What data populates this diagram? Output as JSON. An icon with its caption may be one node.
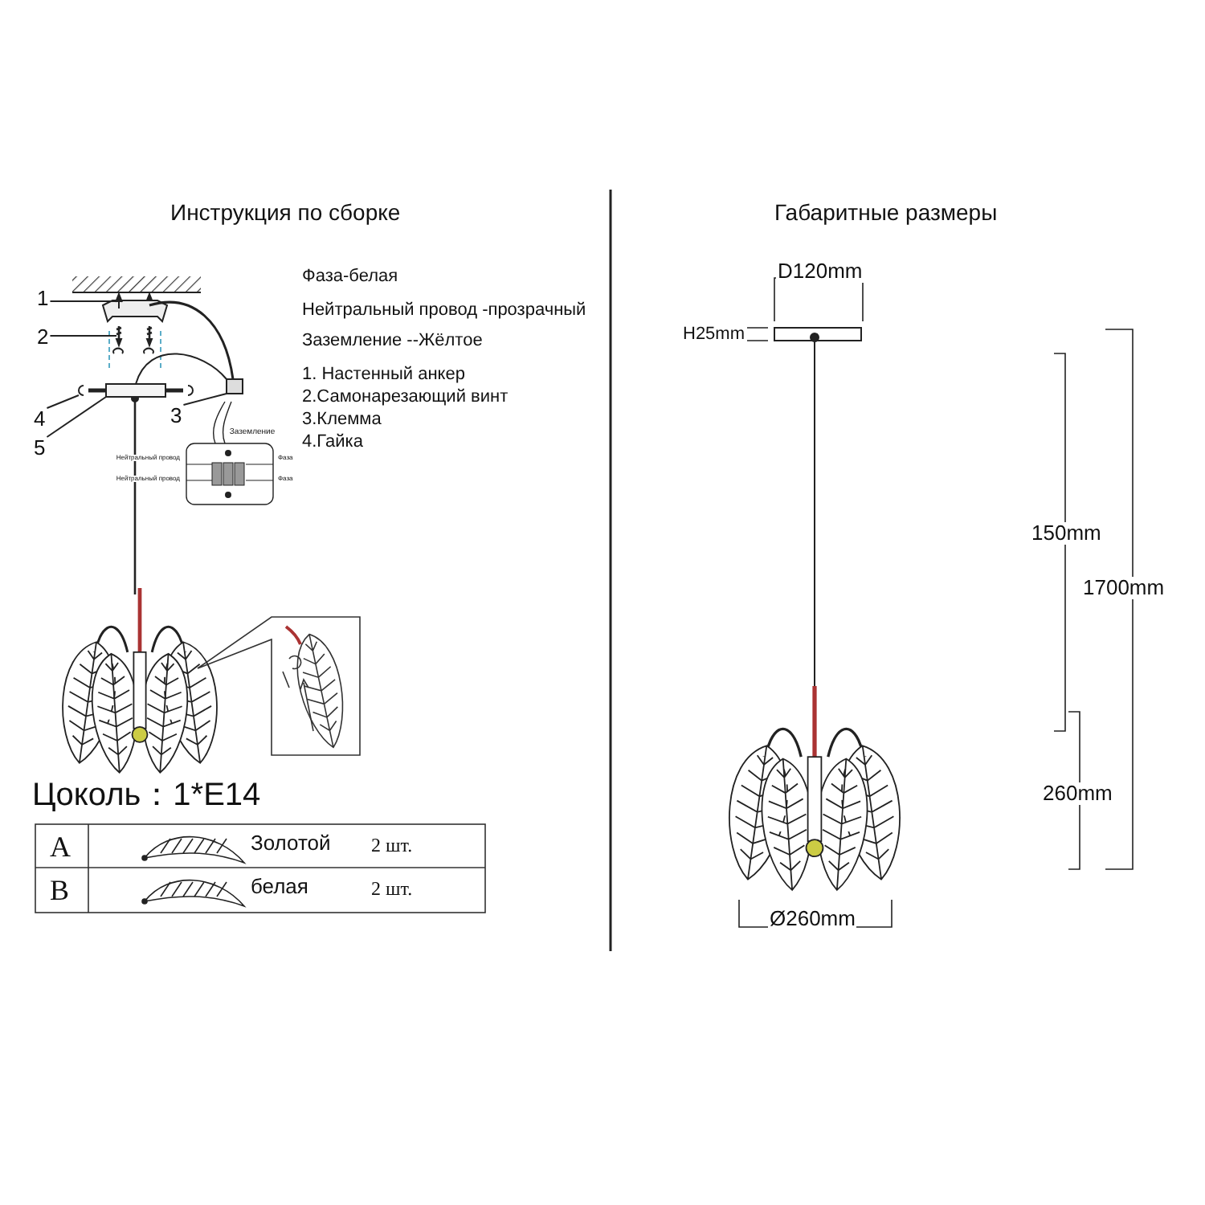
{
  "diagram": {
    "nodes": [
      {
        "text": [
          "1"
        ]
      },
      {
        "text": [
          "2"
        ]
      },
      {
        "text": [
          "4"
        ]
      },
      {
        "text": [
          "5"
        ]
      },
      {
        "text": [
          "3"
        ]
      },
      {
        "text": [],
        "shape": "picture"
      },
      {
        "text": [],
        "shape": "picture"
      },
      {
        "text": [],
        "shape": "picture"
      },
      {
        "text": [],
        "shape": "picture"
      },
      {
        "text": [],
        "shape": "box"
      }
    ],
    "edges": [
      {
        "from": 0,
        "to": 5,
        "arrow": "none"
      },
      {
        "from": 1,
        "to": 6,
        "arrow": "none"
      },
      {
        "from": 2,
        "to": 7,
        "arrow": "none"
      },
      {
        "from": 3,
        "to": 8,
        "arrow": "none"
      },
      {
        "from": 4,
        "to": 9,
        "arrow": "none"
      },
      {
        "from": 8,
        "to": 9,
        "arrow": "none"
      }
    ],
    "labels": [
      "Инструкция по сборке",
      "Габаритные размеры",
      "Фаза-белая",
      "Нейтральный провод -прозрачный",
      "Заземление --Жёлтое",
      "1. Настенный анкер",
      "2.Самонарезающий винт",
      "3.Клемма",
      "4.Гайка",
      "Заземление",
      "Нейтральный провод",
      "Фаза",
      "Нейтральный провод",
      "Фаза",
      "D120mm",
      "H25mm",
      "150mm",
      "1700mm",
      "260mm",
      "Ø260mm",
      "Цоколь：1*E14",
      "A",
      "Золотой",
      "2 шт.",
      "B",
      "белая",
      "2 шт."
    ]
  }
}
